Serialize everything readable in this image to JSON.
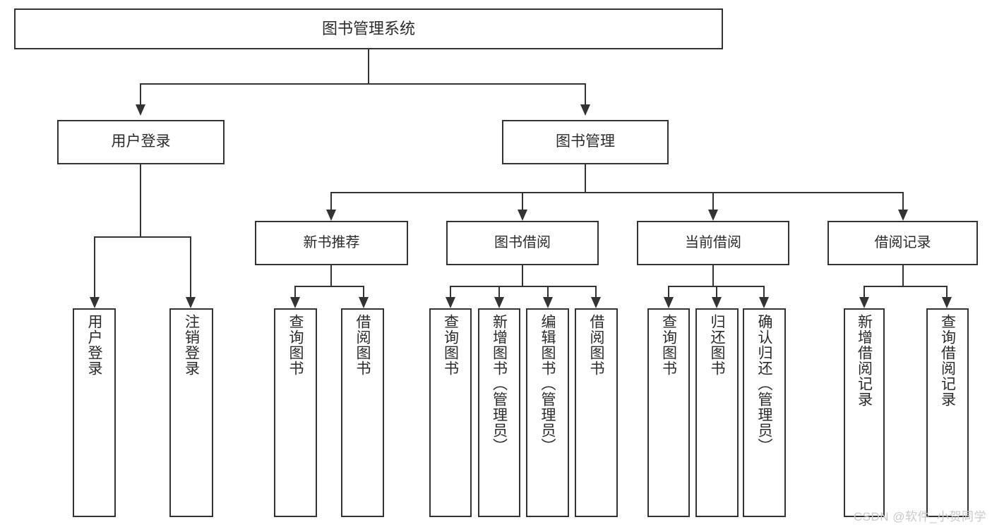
{
  "diagram": {
    "title": "图书管理系统",
    "watermark": "CSDN @软件_小贺同学",
    "line_color": "#333333",
    "box_fill": "#ffffff",
    "text_color": "#2b2b2b",
    "watermark_color": "#c9c9c9"
  },
  "nodes": {
    "root": {
      "label": "图书管理系统"
    },
    "level2": [
      {
        "label": "用户登录"
      },
      {
        "label": "图书管理"
      }
    ],
    "level3": [
      {
        "label": "新书推荐"
      },
      {
        "label": "图书借阅"
      },
      {
        "label": "当前借阅"
      },
      {
        "label": "借阅记录"
      }
    ],
    "leaves": {
      "user_login": [
        {
          "label": "用户登录"
        },
        {
          "label": "注销登录"
        }
      ],
      "new_book": [
        {
          "label": "查询图书"
        },
        {
          "label": "借阅图书"
        }
      ],
      "book_borrow": [
        {
          "label": "查询图书"
        },
        {
          "label": "新增图书（管理员）"
        },
        {
          "label": "编辑图书（管理员）"
        },
        {
          "label": "借阅图书"
        }
      ],
      "current_borrow": [
        {
          "label": "查询图书"
        },
        {
          "label": "归还图书"
        },
        {
          "label": "确认归还（管理员）"
        }
      ],
      "borrow_record": [
        {
          "label": "新增借阅记录"
        },
        {
          "label": "查询借阅记录"
        }
      ]
    }
  }
}
